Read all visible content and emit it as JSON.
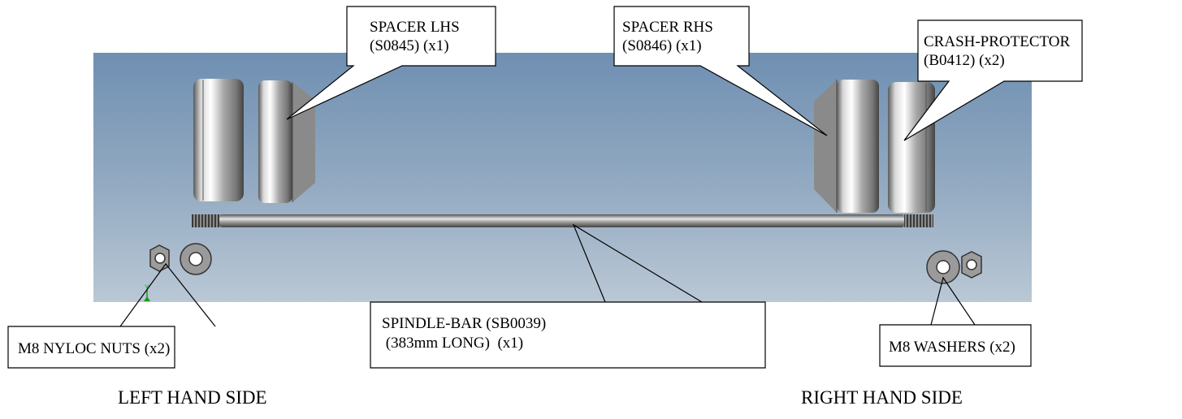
{
  "callouts": {
    "spacer_lhs": {
      "line1": "SPACER LHS",
      "line2": "(S0845) (x1)"
    },
    "spacer_rhs": {
      "line1": "SPACER RHS",
      "line2": "(S0846) (x1)"
    },
    "crash_protector": {
      "line1": "CRASH-PROTECTOR",
      "line2": "(B0412) (x2)"
    },
    "nyloc_nuts": {
      "line1": "M8 NYLOC NUTS (x2)"
    },
    "spindle_bar": {
      "line1": "SPINDLE-BAR (SB0039)",
      "line2": " (383mm LONG)  (x1)"
    },
    "washers": {
      "line1": "M8 WASHERS (x2)"
    }
  },
  "sides": {
    "left": "LEFT HAND SIDE",
    "right": "RIGHT HAND SIDE"
  },
  "axis_indicator": "Y",
  "colors": {
    "viewport_top": "#6e8fb3",
    "viewport_bottom": "#b9c8d6",
    "metal": "#9a9a9a",
    "axis": "#1a9a1a"
  }
}
